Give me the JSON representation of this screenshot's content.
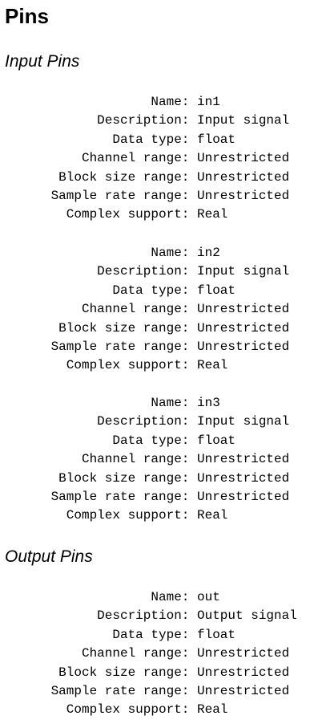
{
  "title": "Pins",
  "input_section": {
    "heading": "Input Pins",
    "pins": [
      {
        "rows": [
          {
            "label": "Name: ",
            "value": "in1"
          },
          {
            "label": "Description: ",
            "value": "Input signal"
          },
          {
            "label": "Data type: ",
            "value": "float"
          },
          {
            "label": "Channel range: ",
            "value": "Unrestricted"
          },
          {
            "label": "Block size range: ",
            "value": "Unrestricted"
          },
          {
            "label": "Sample rate range: ",
            "value": "Unrestricted"
          },
          {
            "label": "Complex support: ",
            "value": "Real"
          }
        ]
      },
      {
        "rows": [
          {
            "label": "Name: ",
            "value": "in2"
          },
          {
            "label": "Description: ",
            "value": "Input signal"
          },
          {
            "label": "Data type: ",
            "value": "float"
          },
          {
            "label": "Channel range: ",
            "value": "Unrestricted"
          },
          {
            "label": "Block size range: ",
            "value": "Unrestricted"
          },
          {
            "label": "Sample rate range: ",
            "value": "Unrestricted"
          },
          {
            "label": "Complex support: ",
            "value": "Real"
          }
        ]
      },
      {
        "rows": [
          {
            "label": "Name: ",
            "value": "in3"
          },
          {
            "label": "Description: ",
            "value": "Input signal"
          },
          {
            "label": "Data type: ",
            "value": "float"
          },
          {
            "label": "Channel range: ",
            "value": "Unrestricted"
          },
          {
            "label": "Block size range: ",
            "value": "Unrestricted"
          },
          {
            "label": "Sample rate range: ",
            "value": "Unrestricted"
          },
          {
            "label": "Complex support: ",
            "value": "Real"
          }
        ]
      }
    ]
  },
  "output_section": {
    "heading": "Output Pins",
    "pins": [
      {
        "rows": [
          {
            "label": "Name: ",
            "value": "out"
          },
          {
            "label": "Description: ",
            "value": "Output signal"
          },
          {
            "label": "Data type: ",
            "value": "float"
          },
          {
            "label": "Channel range: ",
            "value": "Unrestricted"
          },
          {
            "label": "Block size range: ",
            "value": "Unrestricted"
          },
          {
            "label": "Sample rate range: ",
            "value": "Unrestricted"
          },
          {
            "label": "Complex support: ",
            "value": "Real"
          }
        ]
      }
    ]
  }
}
